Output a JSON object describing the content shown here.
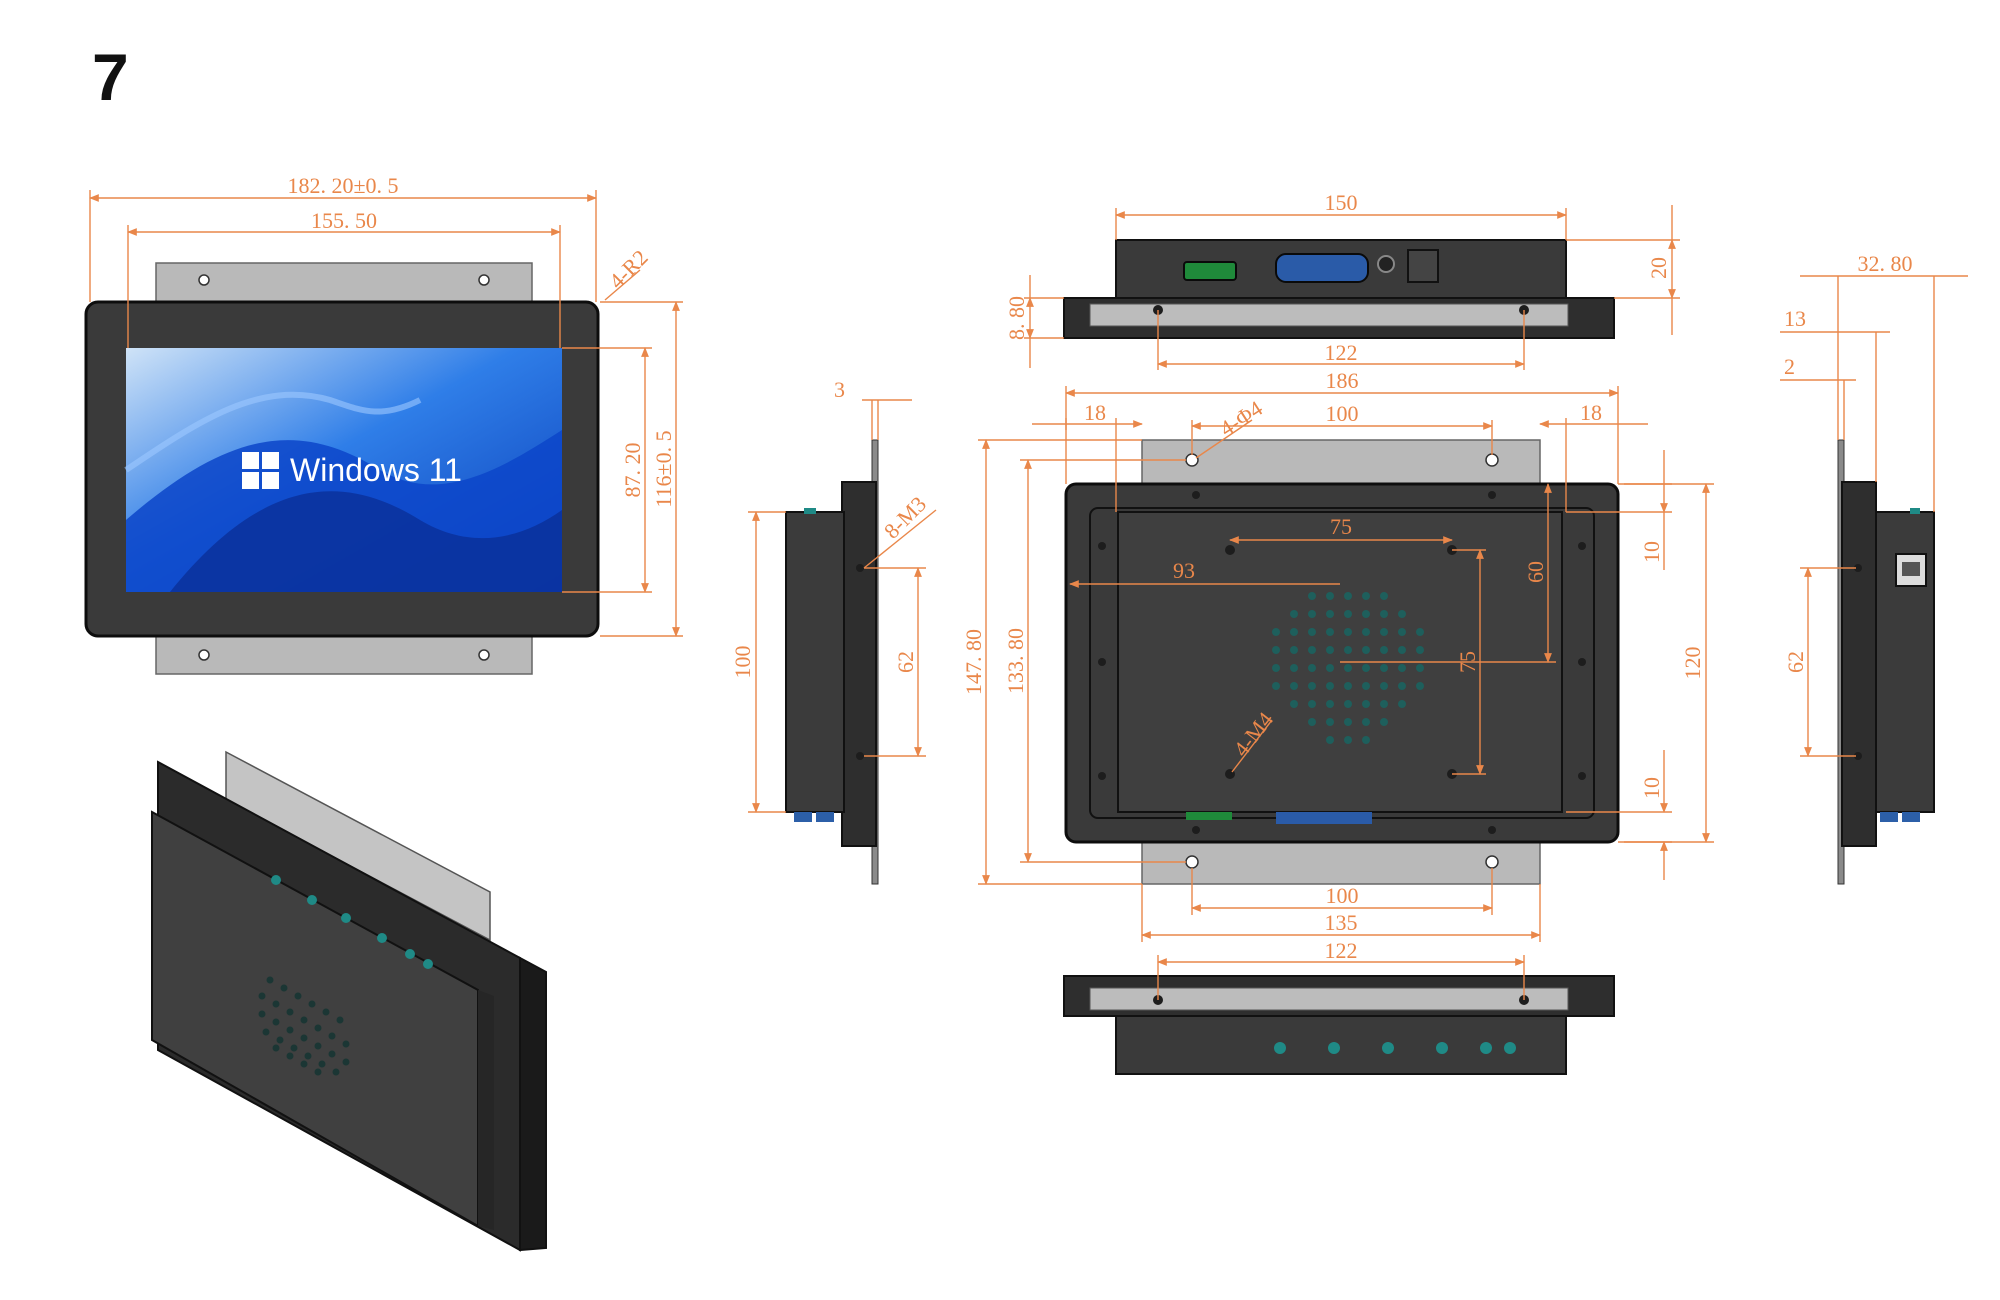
{
  "page_number": "7",
  "screen_brand": "Windows 11",
  "colors": {
    "dimension": "#e9874a",
    "housing": "#3a3a3a",
    "bracket": "#b9b9b9",
    "led": "#1f8a86"
  },
  "dimensions": {
    "front_width": "182. 20±0. 5",
    "front_screen_width": "155. 50",
    "front_corner_radius": "4-R2",
    "front_screen_height": "87. 20",
    "front_height": "116±0. 5",
    "side_thickness_small": "3",
    "side_screw_holes": "8-M3",
    "side_height": "100",
    "side_hole_span": "62",
    "top_width": "150",
    "top_depth": "20",
    "top_flange": "8. 80",
    "top_hole_span": "122",
    "rear_overall_width": "186",
    "rear_left_margin": "18",
    "rear_right_margin": "18",
    "rear_hole_span": "100",
    "rear_mount_holes": "4-Φ4",
    "rear_vesa_width": "75",
    "rear_offset_x": "93",
    "rear_vesa_height": "75",
    "rear_offset_y": "60",
    "rear_top_margin": "10",
    "rear_bottom_margin": "10",
    "rear_body_height": "120",
    "rear_height_total": "147. 80",
    "rear_height_inner": "133. 80",
    "rear_vesa_screws": "4-M4",
    "rear_bottom_hole_span": "100",
    "rear_bracket_width": "135",
    "bottom_hole_span": "122",
    "right_depth": "32. 80",
    "right_offset_a": "13",
    "right_offset_b": "2",
    "right_hole_span": "62"
  }
}
